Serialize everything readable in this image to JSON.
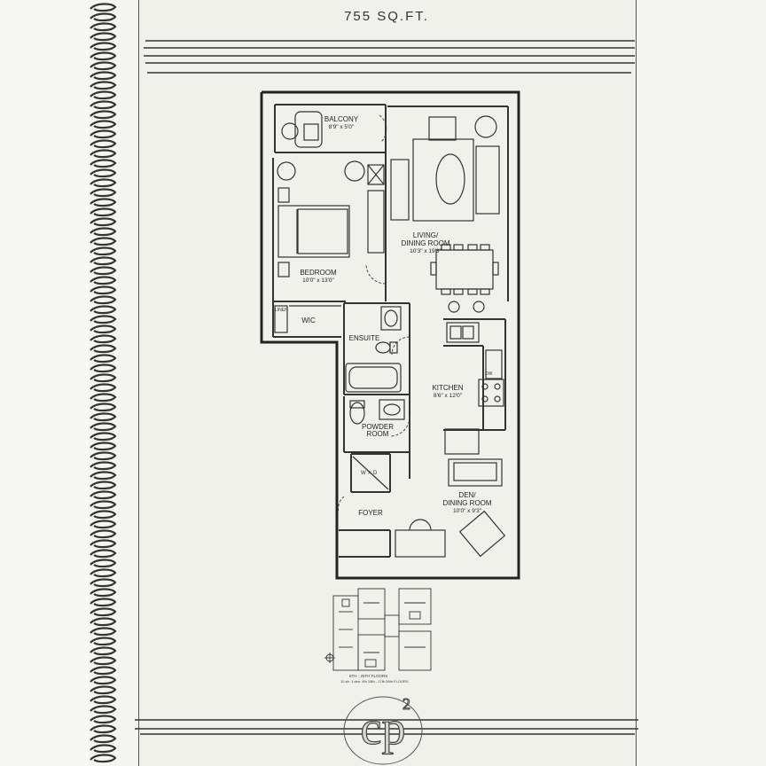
{
  "header": {
    "area": "755 SQ.FT."
  },
  "rooms": {
    "balcony": {
      "name": "BALCONY",
      "dims": "8'9\" x 5'0\""
    },
    "living": {
      "name": "LIVING/\nDINING ROOM",
      "dims": "10'3\" x 19'3\""
    },
    "bedroom": {
      "name": "BEDROOM",
      "dims": "10'0\" x 13'0\""
    },
    "wic": {
      "name": "WIC"
    },
    "linen": {
      "name": "LINEN"
    },
    "ensuite": {
      "name": "ENSUITE"
    },
    "kitchen": {
      "name": "KITCHEN",
      "dims": "8'6\" x 12'0\""
    },
    "dw": {
      "name": "DW"
    },
    "powder": {
      "name": "POWDER\nROOM"
    },
    "wd": {
      "name": "W ✕ D"
    },
    "den": {
      "name": "DEN/\nDINING ROOM",
      "dims": "10'0\" x 9'3\""
    },
    "foyer": {
      "name": "FOYER"
    }
  },
  "keyplan": {
    "caption1": "6TH - 26TH FLOORS",
    "caption2": "10 sfr. 1 den, 4th 15th - 17th 26th FLOORS"
  },
  "logo": {
    "text": "cp",
    "sup": "2"
  }
}
